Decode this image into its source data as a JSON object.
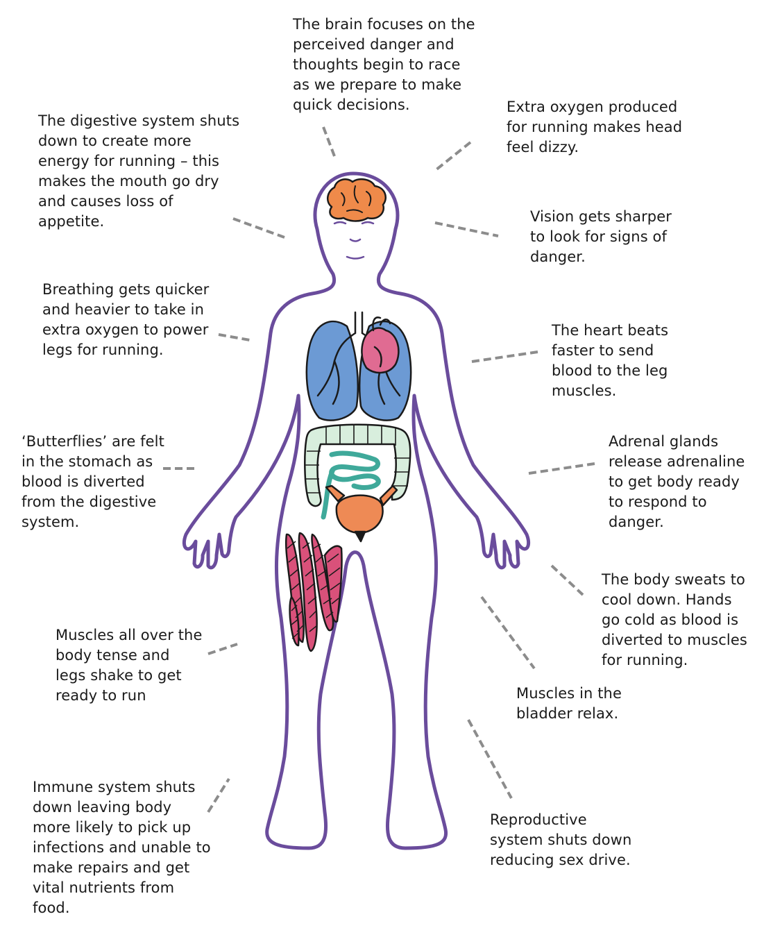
{
  "colors": {
    "body_outline": "#6a4c9c",
    "leader_line": "#8c8c8c",
    "brain": "#ef8a4a",
    "lungs": "#6c9ad4",
    "heart": "#e06b92",
    "colon": "#d8eedd",
    "small_intestine": "#3fa99a",
    "bladder": "#ee8a55",
    "muscle": "#d9517a",
    "text": "#1a1a1a"
  },
  "labels": {
    "brain": "The brain focuses on the\nperceived danger and\nthoughts begin to race\nas we prepare to make\nquick decisions.",
    "digestive": "The digestive system shuts\ndown to create more\nenergy for running – this\nmakes the mouth go dry\nand causes loss of\nappetite.",
    "oxygen": "Extra oxygen produced\nfor running makes head\nfeel dizzy.",
    "vision": "Vision gets sharper\nto look for signs of\ndanger.",
    "breathing": "Breathing gets quicker\nand heavier to take in\nextra oxygen to power\nlegs for running.",
    "heart": "The heart beats\nfaster to send\nblood to the leg\nmuscles.",
    "butterflies": "‘Butterflies’ are felt\nin the stomach as\nblood is diverted\nfrom the digestive\nsystem.",
    "adrenal": "Adrenal glands\nrelease adrenaline\nto get body ready\nto respond to\ndanger.",
    "sweat": "The body sweats to\ncool down. Hands\ngo cold as blood is\ndiverted to muscles\nfor running.",
    "muscles": "Muscles all over the\nbody tense and\nlegs shake to get\nready to run",
    "bladder": "Muscles in the\nbladder relax.",
    "immune": "Immune system shuts\ndown leaving body\nmore likely to pick up\ninfections and unable to\nmake repairs and get\nvital nutrients from\nfood.",
    "reproductive": "Reproductive\nsystem shuts down\nreducing sex drive."
  }
}
